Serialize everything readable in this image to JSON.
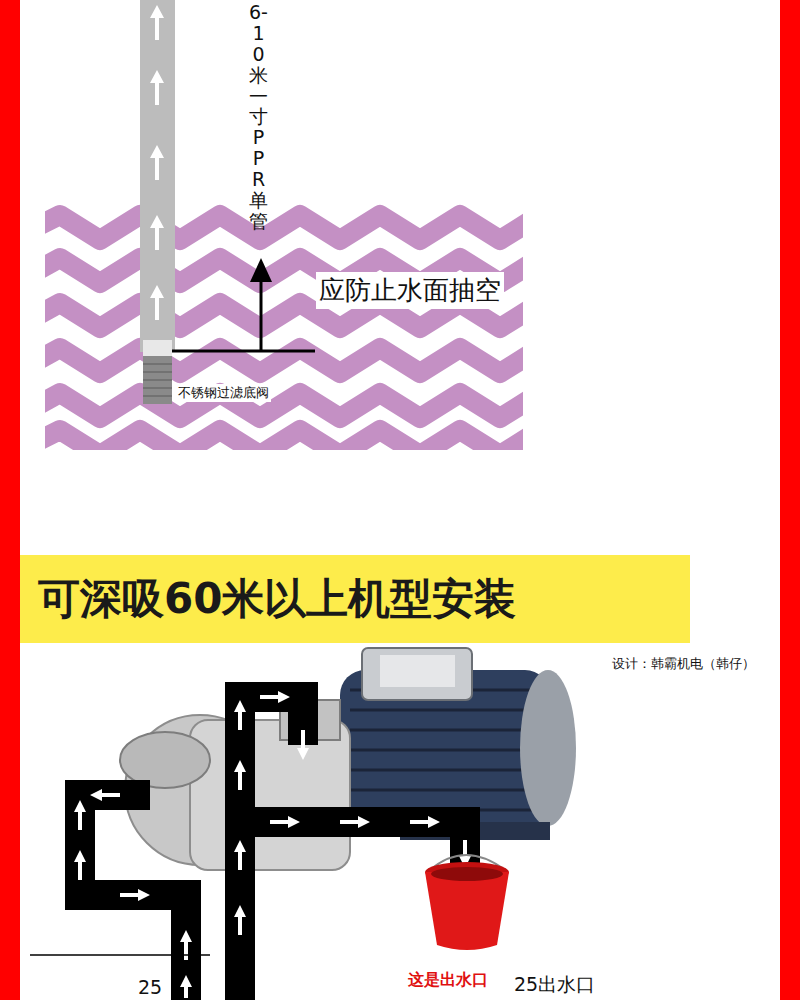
{
  "diagram": {
    "title": "可深吸60米以上机型安装",
    "labels": [
      "6-10米一寸PPR单管",
      "应防止水面抽空",
      "不锈钢过滤底阀",
      "设计：韩霸机电（韩仔）",
      "25",
      "这是出水口",
      "25出水口"
    ]
  }
}
